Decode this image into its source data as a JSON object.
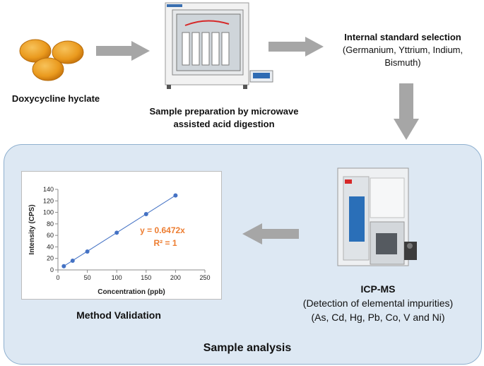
{
  "steps": {
    "drug": {
      "label": "Doxycycline hyclate"
    },
    "prep": {
      "line1": "Sample preparation  by microwave",
      "line2": "assisted acid digestion"
    },
    "standard": {
      "title": "Internal standard  selection",
      "line1": "(Germanium,  Yttrium, Indium,",
      "line2": "Bismuth)"
    }
  },
  "analysis": {
    "title": "Sample analysis",
    "instrument": {
      "name": "ICP-MS",
      "line1": "(Detection of elemental impurities)",
      "line2": "(As, Cd, Hg, Pb, Co, V and Ni)"
    },
    "validation_label": "Method  Validation"
  },
  "colors": {
    "arrow": "#a6a6a6",
    "panel": "#dde8f3",
    "series": "#4472c4",
    "equation": "#ed7d31",
    "pill": "#f2a324"
  },
  "chart_data": {
    "type": "scatter",
    "xlabel": "Concentration (ppb)",
    "ylabel": "Intensity (CPS)",
    "xlim": [
      0,
      250
    ],
    "ylim": [
      0,
      140
    ],
    "xticks": [
      0,
      50,
      100,
      150,
      200,
      250
    ],
    "yticks": [
      0,
      20,
      40,
      60,
      80,
      100,
      120,
      140
    ],
    "x": [
      10,
      25,
      50,
      100,
      150,
      200
    ],
    "y": [
      6.5,
      16,
      32,
      64.7,
      97,
      129.4
    ],
    "trendline": {
      "slope": 0.6472,
      "equation": "y = 0.6472x",
      "r2": "R² = 1"
    },
    "grid": false
  }
}
